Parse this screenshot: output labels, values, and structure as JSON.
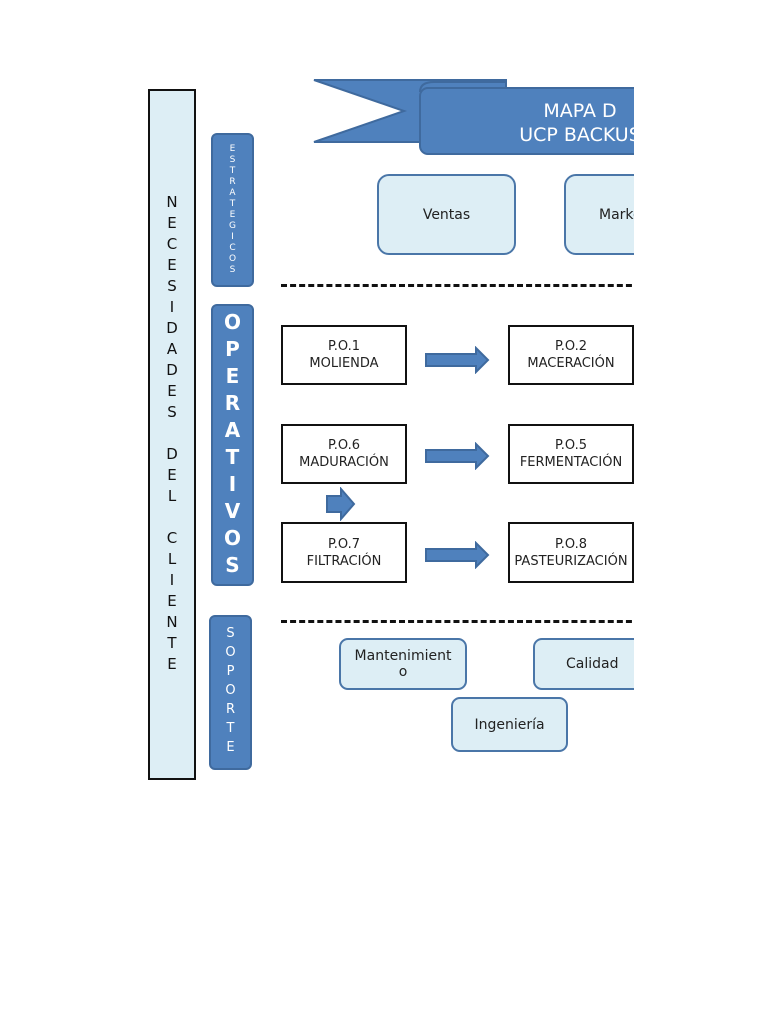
{
  "client_label": "NECESIDADES DEL CLIENTE",
  "bars": {
    "strategic": "ESTRATEGICOS",
    "operative": "OPERATIVOS",
    "support": "SOPORTE"
  },
  "title": {
    "line1": "MAPA D",
    "line2": "UCP BACKUS"
  },
  "strategic_boxes": [
    "Ventas",
    "Marke"
  ],
  "processes": {
    "po1": "P.O.1\nMOLIENDA",
    "po2": "P.O.2\nMACERACIÓN",
    "po6": "P.O.6\nMADURACIÓN",
    "po5": "P.O.5\nFERMENTACIÓN",
    "po7": "P.O.7\nFILTRACIÓN",
    "po8": "P.O.8\nPASTEURIZACIÓN"
  },
  "support_boxes": {
    "mantenimiento": "Mantenimient\no",
    "calidad": "Calidad",
    "ingenieria": "Ingeniería"
  },
  "colors": {
    "primary_blue": "#4f81bd",
    "light_fill": "#ddeef5",
    "border_blue": "#4a76a8"
  }
}
